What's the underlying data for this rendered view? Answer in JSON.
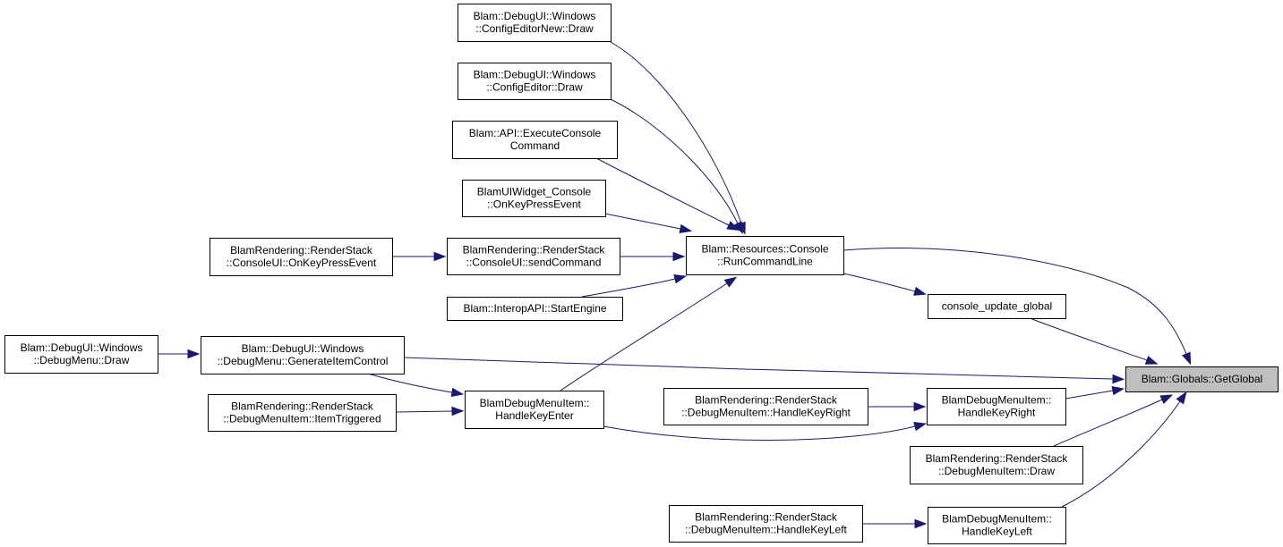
{
  "diagram": {
    "nodes": [
      {
        "id": "getglobal",
        "lines": [
          "Blam::Globals::GetGlobal"
        ],
        "focus": true
      },
      {
        "id": "runcmd",
        "lines": [
          "Blam::Resources::Console",
          "::RunCommandLine"
        ]
      },
      {
        "id": "cfgnew",
        "lines": [
          "Blam::DebugUI::Windows",
          "::ConfigEditorNew::Draw"
        ]
      },
      {
        "id": "cfg",
        "lines": [
          "Blam::DebugUI::Windows",
          "::ConfigEditor::Draw"
        ]
      },
      {
        "id": "apiexec",
        "lines": [
          "Blam::API::ExecuteConsole",
          "Command"
        ]
      },
      {
        "id": "widgetkey",
        "lines": [
          "BlamUIWidget_Console",
          "::OnKeyPressEvent"
        ]
      },
      {
        "id": "rsconkey",
        "lines": [
          "BlamRendering::RenderStack",
          "::ConsoleUI::OnKeyPressEvent"
        ]
      },
      {
        "id": "rssend",
        "lines": [
          "BlamRendering::RenderStack",
          "::ConsoleUI::sendCommand"
        ]
      },
      {
        "id": "startengine",
        "lines": [
          "Blam::InteropAPI::StartEngine"
        ]
      },
      {
        "id": "updglobal",
        "lines": [
          "console_update_global"
        ]
      },
      {
        "id": "debugdraw",
        "lines": [
          "Blam::DebugUI::Windows",
          "::DebugMenu::Draw"
        ]
      },
      {
        "id": "genitem",
        "lines": [
          "Blam::DebugUI::Windows",
          "::DebugMenu::GenerateItemControl"
        ]
      },
      {
        "id": "itemtrig",
        "lines": [
          "BlamRendering::RenderStack",
          "::DebugMenuItem::ItemTriggered"
        ]
      },
      {
        "id": "keyenter",
        "lines": [
          "BlamDebugMenuItem::",
          "HandleKeyEnter"
        ]
      },
      {
        "id": "rskeyright",
        "lines": [
          "BlamRendering::RenderStack",
          "::DebugMenuItem::HandleKeyRight"
        ]
      },
      {
        "id": "keyright",
        "lines": [
          "BlamDebugMenuItem::",
          "HandleKeyRight"
        ]
      },
      {
        "id": "rsdraw",
        "lines": [
          "BlamRendering::RenderStack",
          "::DebugMenuItem::Draw"
        ]
      },
      {
        "id": "rskeyleft",
        "lines": [
          "BlamRendering::RenderStack",
          "::DebugMenuItem::HandleKeyLeft"
        ]
      },
      {
        "id": "keyleft",
        "lines": [
          "BlamDebugMenuItem::",
          "HandleKeyLeft"
        ]
      }
    ],
    "edges": [
      {
        "from": "runcmd",
        "to": "getglobal"
      },
      {
        "from": "cfgnew",
        "to": "runcmd"
      },
      {
        "from": "cfg",
        "to": "runcmd"
      },
      {
        "from": "apiexec",
        "to": "runcmd"
      },
      {
        "from": "widgetkey",
        "to": "runcmd"
      },
      {
        "from": "rssend",
        "to": "runcmd"
      },
      {
        "from": "rsconkey",
        "to": "rssend"
      },
      {
        "from": "startengine",
        "to": "runcmd"
      },
      {
        "from": "keyenter",
        "to": "runcmd"
      },
      {
        "from": "runcmd",
        "to": "updglobal"
      },
      {
        "from": "updglobal",
        "to": "getglobal"
      },
      {
        "from": "debugdraw",
        "to": "genitem"
      },
      {
        "from": "genitem",
        "to": "getglobal"
      },
      {
        "from": "genitem",
        "to": "keyenter"
      },
      {
        "from": "itemtrig",
        "to": "keyenter"
      },
      {
        "from": "keyenter",
        "to": "keyright"
      },
      {
        "from": "rskeyright",
        "to": "keyright"
      },
      {
        "from": "keyright",
        "to": "getglobal"
      },
      {
        "from": "rsdraw",
        "to": "getglobal"
      },
      {
        "from": "keyleft",
        "to": "getglobal"
      },
      {
        "from": "rskeyleft",
        "to": "keyleft"
      }
    ]
  }
}
